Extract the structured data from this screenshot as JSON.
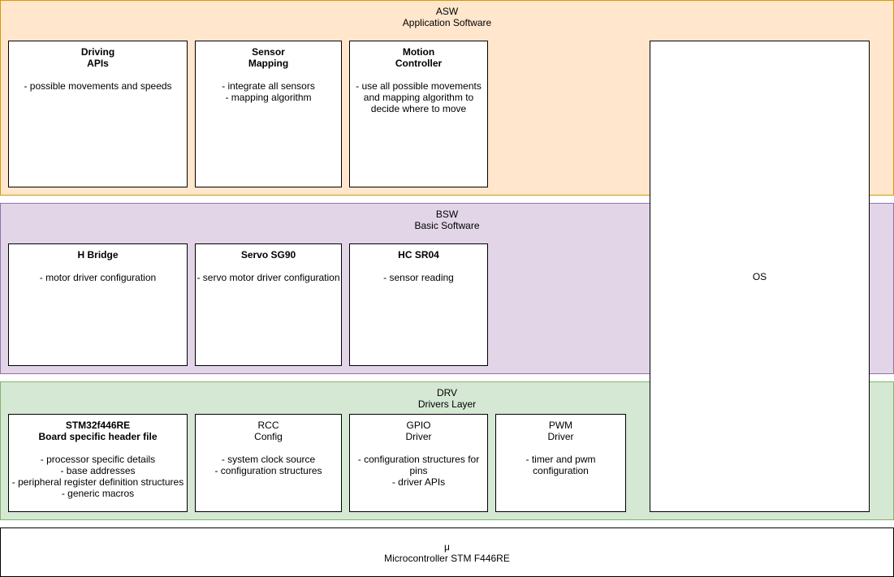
{
  "asw": {
    "title": "ASW",
    "subtitle": "Application Software",
    "boxes": [
      {
        "title1": "Driving",
        "title2": "APIs",
        "lines": [
          "- possible movements and speeds"
        ]
      },
      {
        "title1": "Sensor",
        "title2": "Mapping",
        "lines": [
          "- integrate all sensors",
          "- mapping algorithm"
        ]
      },
      {
        "title1": "Motion",
        "title2": "Controller",
        "lines": [
          "- use all possible movements",
          "and mapping algorithm to",
          "decide where to move"
        ]
      }
    ]
  },
  "bsw": {
    "title": "BSW",
    "subtitle": "Basic Software",
    "boxes": [
      {
        "title1": "H Bridge",
        "lines": [
          "- motor driver configuration"
        ]
      },
      {
        "title1": "Servo SG90",
        "lines": [
          "- servo motor driver configuration"
        ]
      },
      {
        "title1": "HC SR04",
        "lines": [
          "- sensor reading"
        ]
      }
    ]
  },
  "drv": {
    "title": "DRV",
    "subtitle": "Drivers Layer",
    "boxes": [
      {
        "title1": "STM32f446RE",
        "title2": "Board specific header file",
        "lines": [
          "- processor specific details",
          "- base addresses",
          "- peripheral register definition structures",
          "- generic macros"
        ]
      },
      {
        "title1": "RCC",
        "title2": "Config",
        "lines": [
          "- system clock source",
          "- configuration structures"
        ]
      },
      {
        "title1": "GPIO",
        "title2": "Driver",
        "lines": [
          "- configuration structures for",
          "pins",
          "- driver APIs"
        ]
      },
      {
        "title1": "PWM",
        "title2": "Driver",
        "lines": [
          "- timer and pwm",
          "configuration"
        ]
      }
    ]
  },
  "os": {
    "label": "OS"
  },
  "mcu": {
    "line1": "μ",
    "line2": "Microcontroller STM F446RE"
  }
}
